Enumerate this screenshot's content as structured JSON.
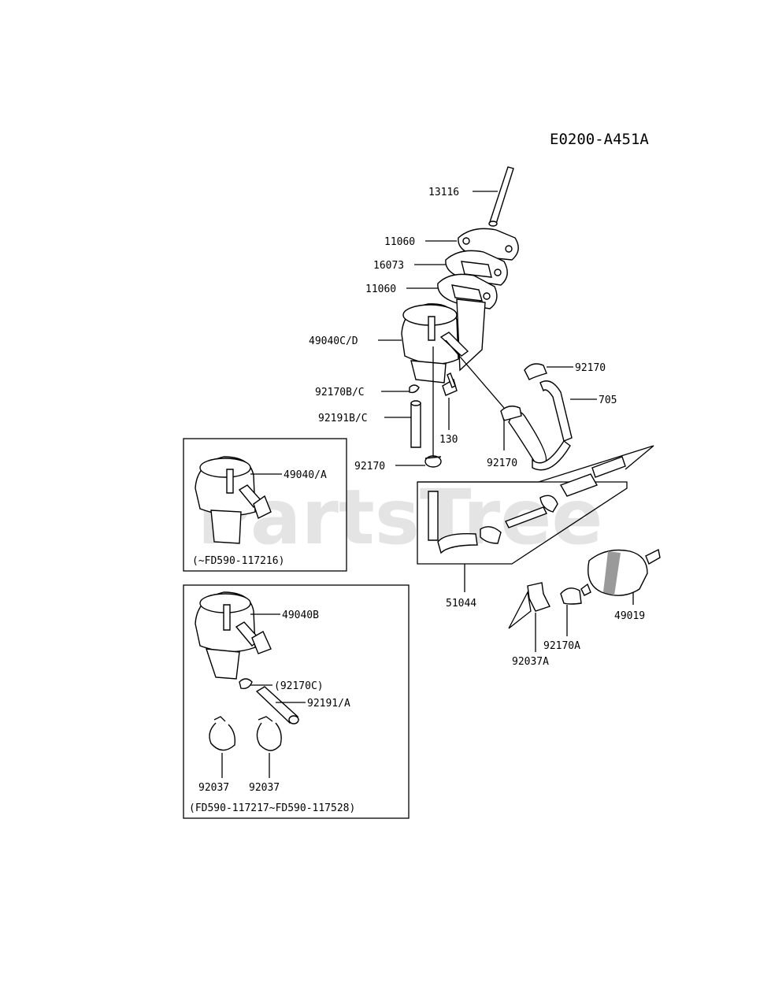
{
  "diagram_code": "E0200-A451A",
  "watermark": "PartsTree",
  "callouts": {
    "p13116": "13116",
    "p11060_top": "11060",
    "p16073": "16073",
    "p11060_bottom": "11060",
    "p49040c_d": "49040C/D",
    "p92170b_c": "92170B/C",
    "p92191b_c": "92191B/C",
    "p130": "130",
    "p92170_clip": "92170",
    "p92170_hose_left": "92170",
    "p92170_top_right": "92170",
    "p705": "705",
    "p51044": "51044",
    "p49019": "49019",
    "p92170a": "92170A",
    "p92037a": "92037A"
  },
  "inset_a": {
    "part_label": "49040/A",
    "serial_range": "(~FD590-117216)"
  },
  "inset_b": {
    "pump_label": "49040B",
    "clamp_label": "(92170C)",
    "hose_label": "92191/A",
    "band_left": "92037",
    "band_right": "92037",
    "serial_range": "(FD590-117217~FD590-117528)"
  }
}
